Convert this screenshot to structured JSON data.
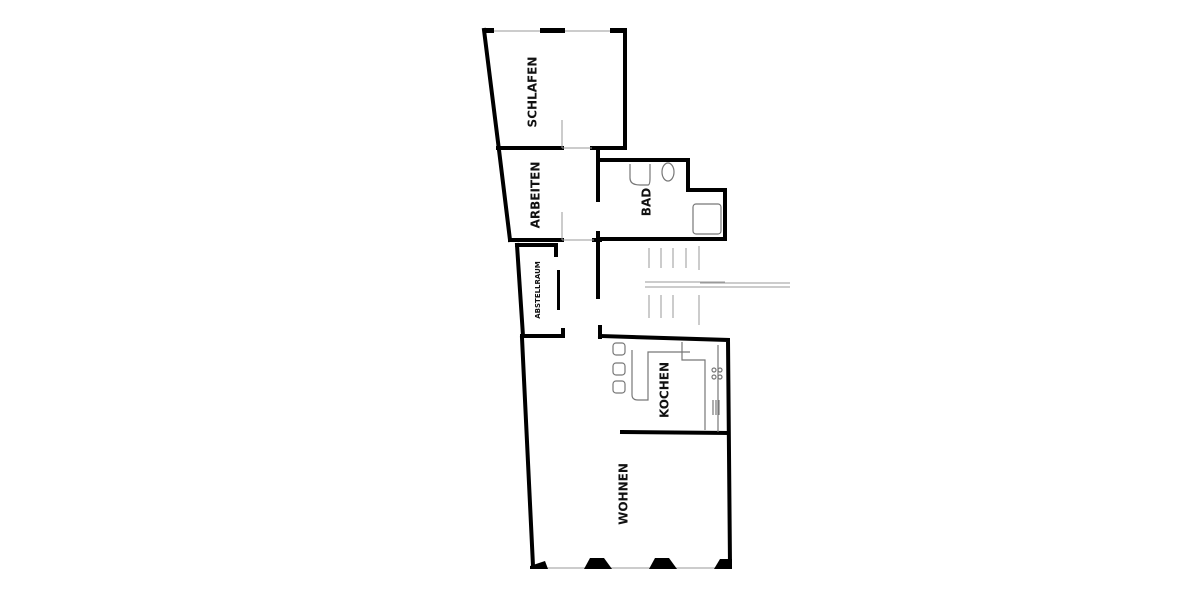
{
  "rooms": {
    "schlafen": "SCHLAFEN",
    "arbeiten": "ARBEITEN",
    "bad": "BAD",
    "abstellraum": "ABSTELLRAUM",
    "kochen": "KOCHEN",
    "wohnen": "WOHNEN"
  },
  "colors": {
    "wall": "#000000",
    "background": "#ffffff"
  }
}
